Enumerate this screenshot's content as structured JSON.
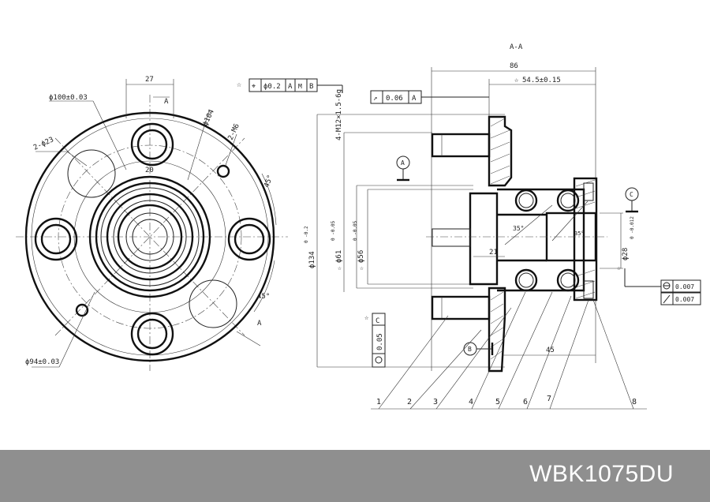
{
  "title": {
    "section": "A-A"
  },
  "front_view": {
    "dims": {
      "top_width": "27",
      "pcd": "ϕ100±0.03",
      "holes_top": "2-ϕ23",
      "pilot": "20",
      "dia104": "ϕ104",
      "bolt_m6": "2-M6",
      "angle_top": "45°",
      "angle_bottom": "45°",
      "base": "ϕ94±0.03",
      "section_mark": "A"
    }
  },
  "tolerances": {
    "position": {
      "symbol": "⌖",
      "value": "ϕ0.2",
      "ref1": "A",
      "mod": "M",
      "ref2": "B"
    },
    "runout_top": {
      "symbol": "↗",
      "value": "0.06",
      "ref": "A"
    },
    "runout_c": {
      "value": "0.05",
      "ref": "C"
    },
    "flatness": {
      "value": "0.007"
    },
    "cylindricity": {
      "value": "0.007"
    }
  },
  "section_view": {
    "dims": {
      "overall": "86",
      "length": "54.5±0.15",
      "studs": "4-M12×1.5-6g",
      "d134": "ϕ134",
      "d61": "ϕ61",
      "d56": "ϕ56",
      "d28": "ϕ28",
      "tol_134": "0 -0.2",
      "tol_61": "0 -0.05",
      "tol_56": "0 -0.05",
      "tol_28": "0 -0.012",
      "inner": "21",
      "bottom": "45",
      "angle1": "35°",
      "angle2": "35°"
    },
    "datums": {
      "a": "A",
      "b": "B",
      "c": "C"
    },
    "callouts": [
      "1",
      "2",
      "3",
      "4",
      "5",
      "6",
      "7",
      "8"
    ]
  },
  "part_code": "WBK1075DU"
}
